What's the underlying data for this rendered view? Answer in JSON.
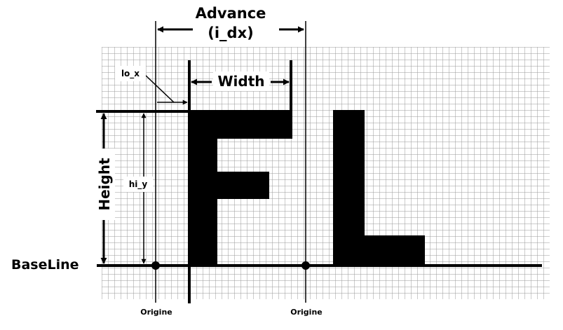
{
  "labels": {
    "advance": "Advance",
    "advance_sub": "(i_dx)",
    "width": "Width",
    "lo_x": "lo_x",
    "hi_y": "hi_y",
    "height": "Height",
    "baseline": "BaseLine",
    "origin_left": "Origine",
    "origin_right": "Origine"
  },
  "colors": {
    "grid": "#9a9a9a",
    "ink": "#000000",
    "background": "#ffffff"
  }
}
